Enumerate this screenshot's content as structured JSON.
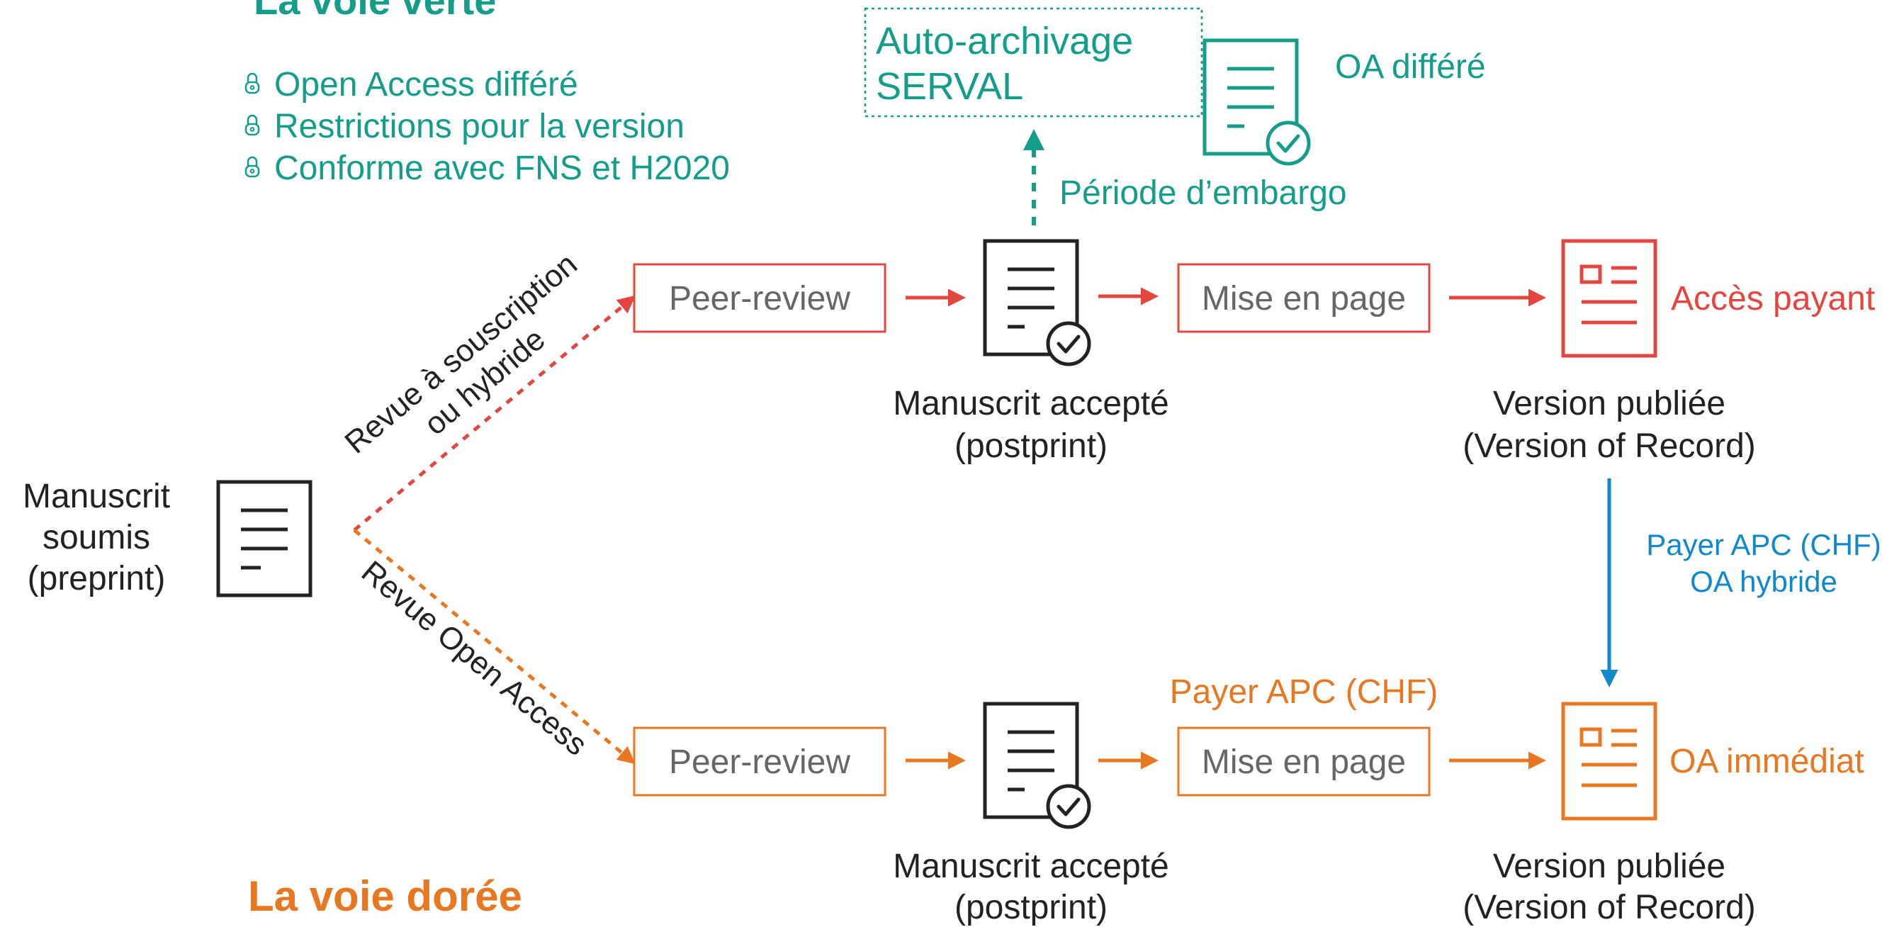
{
  "green_route": {
    "title": "La voie verte",
    "bullets": [
      "Open Access différé",
      "Restrictions pour la version",
      "Conforme avec FNS et H2020"
    ],
    "self_archiving": "Auto-archivage\nSERVAL",
    "delayed_oa": "OA différé",
    "embargo": "Période d’embargo"
  },
  "gold_route": {
    "title": "La voie dorée"
  },
  "submitted": {
    "label": "Manuscrit\nsoumis\n(preprint)"
  },
  "branches": {
    "subscription": "Revue à souscription\nou hybride",
    "open_access": "Revue Open Access"
  },
  "top_row": {
    "peer_review": "Peer-review",
    "accepted": "Manuscrit accepté\n(postprint)",
    "layout": "Mise en page",
    "published": "Version publiée\n(Version of Record)",
    "access": "Accès payant"
  },
  "bottom_row": {
    "peer_review": "Peer-review",
    "accepted": "Manuscrit accepté\n(postprint)",
    "apc": "Payer APC (CHF)",
    "layout": "Mise en page",
    "published": "Version publiée\n(Version of Record)",
    "access": "OA immédiat"
  },
  "hybrid": {
    "label": "Payer APC (CHF)\nOA hybride"
  },
  "colors": {
    "green": "#139d8a",
    "red": "#e2463f",
    "orange": "#e87722",
    "blue": "#1188cc",
    "gray": "#666666",
    "dark": "#222222"
  },
  "icons": [
    "lock-icon",
    "document-icon",
    "document-check-icon",
    "published-document-icon",
    "arrow-icon"
  ]
}
